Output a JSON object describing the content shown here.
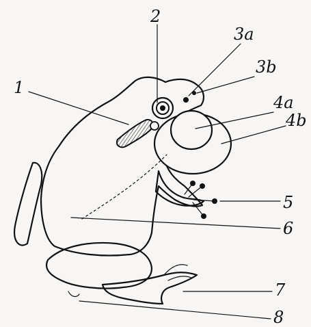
{
  "labels": {
    "l1": "1",
    "l2": "2",
    "l3a": "3a",
    "l3b": "3b",
    "l4a": "4a",
    "l4b": "4b",
    "l5": "5",
    "l6": "6",
    "l7": "7",
    "l8": "8"
  }
}
